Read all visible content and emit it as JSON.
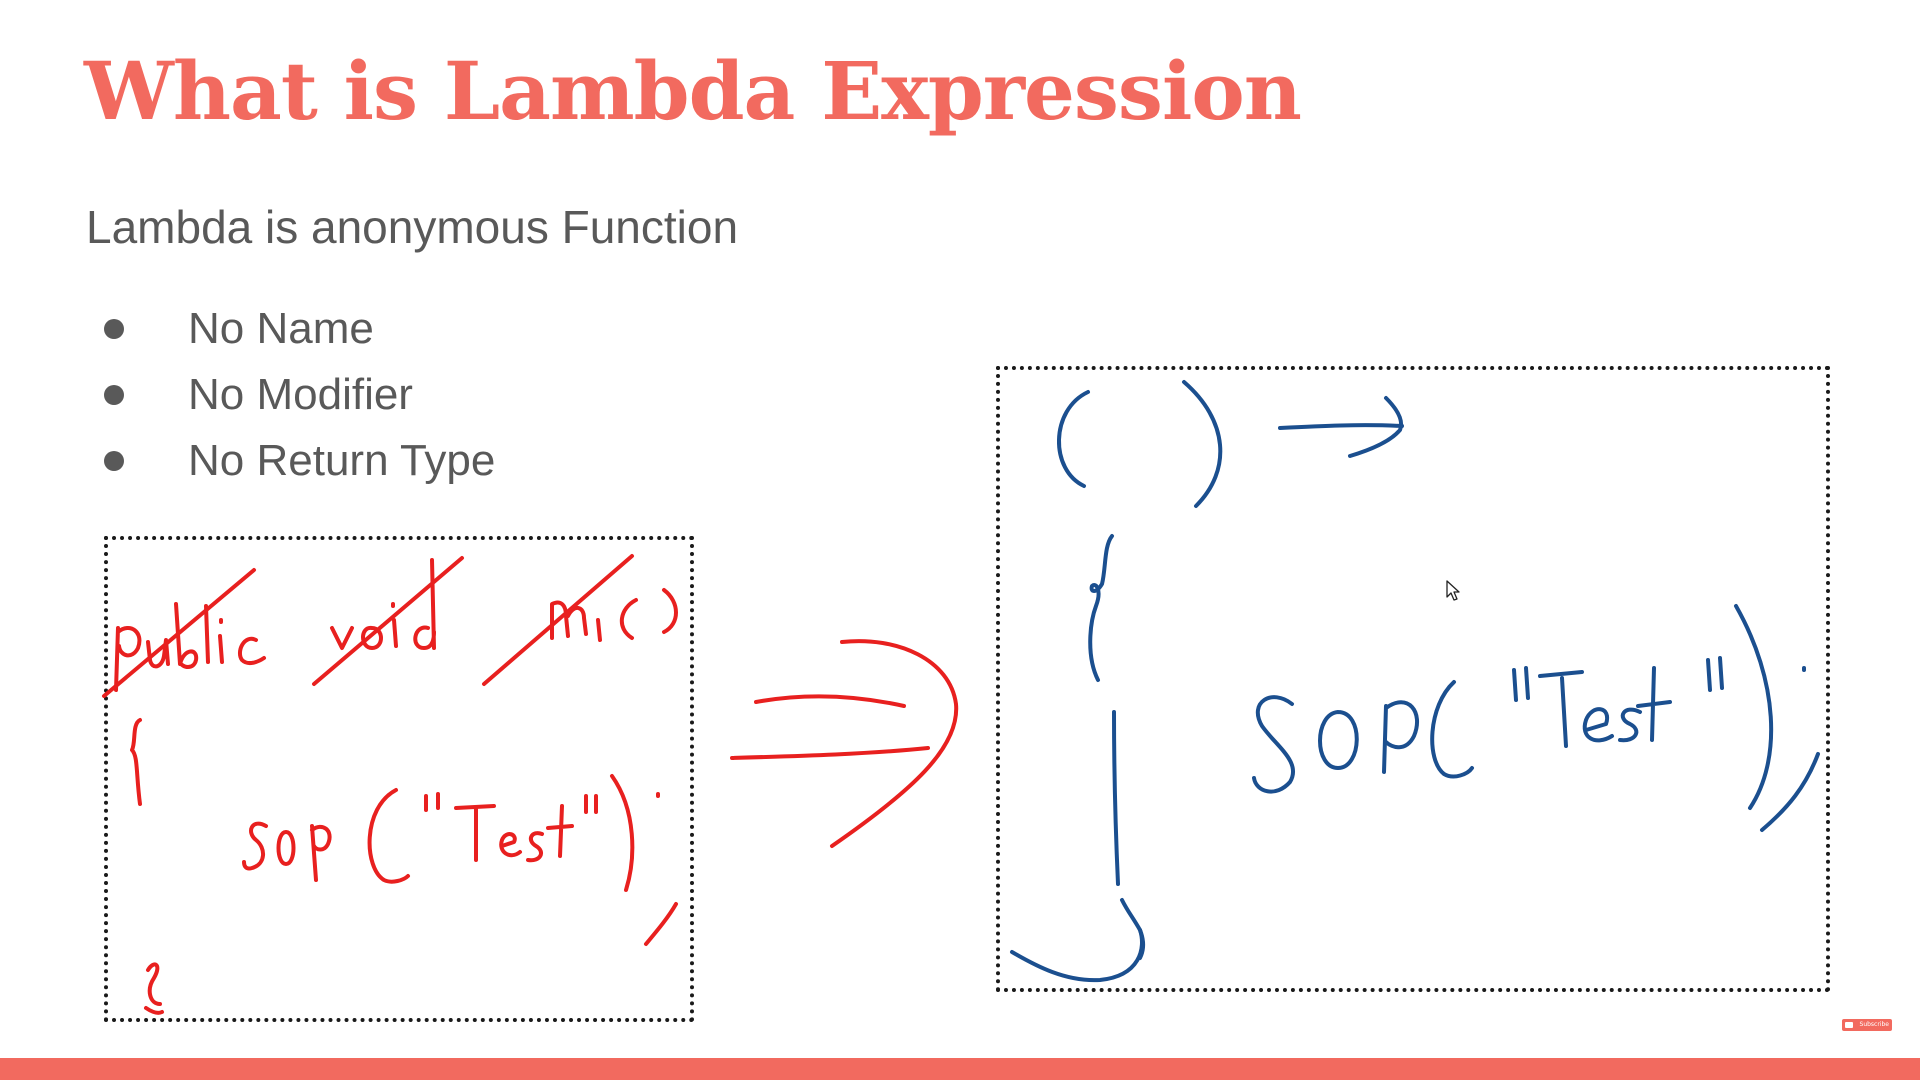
{
  "slide": {
    "title": "What is Lambda Expression",
    "subtitle": "Lambda is anonymous Function",
    "bullets": [
      "No Name",
      "No Modifier",
      "No Return Type"
    ],
    "subscribe_label": "Subscribe",
    "colors": {
      "accent": "#f26a5f",
      "body_text": "#595959",
      "red_ink": "#e8201f",
      "blue_ink": "#1b4f8f"
    }
  },
  "annotations": {
    "left_box": {
      "handwriting": "public void m1() { SOP(\"Test\"); }",
      "struck_words": [
        "public",
        "void",
        "m1"
      ]
    },
    "arrow": "implies-arrow",
    "right_box": {
      "handwriting": "() -> { SOP(\"Test\"); }"
    }
  }
}
